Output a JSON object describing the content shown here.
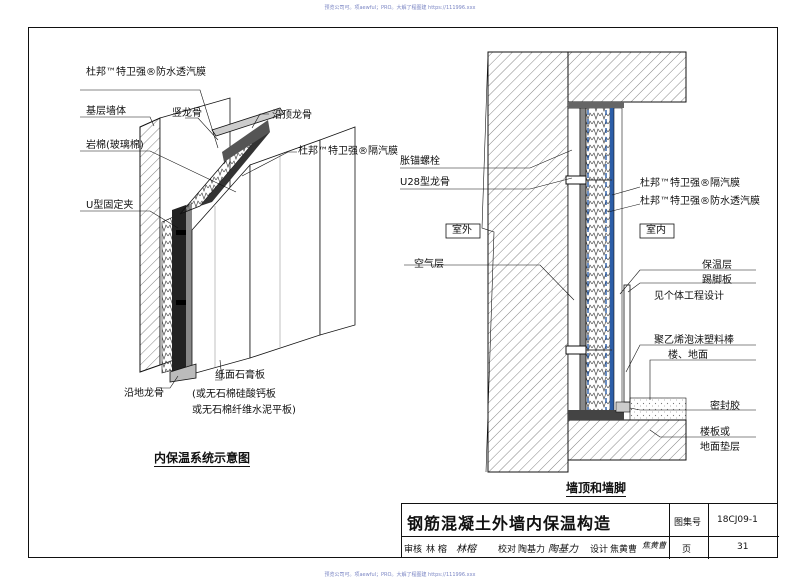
{
  "watermark_top": "预览公司可。项aewful；PRO。大解了程图建 https://111996.xxx",
  "watermark_bottom": "预览公司可。项aewful；PRO。大解了程图建 https://111996.xxx",
  "left_view": {
    "title": "内保温系统示意图",
    "labels": {
      "dupont_membrane": "杜邦™特卫强®防水透汽膜",
      "stud": "竖龙骨",
      "top_track": "沿顶龙骨",
      "base_wall": "基层墙体",
      "rock_wool": "岩棉(玻璃棉)",
      "vapor_barrier": "杜邦™特卫强®隔汽膜",
      "u_clip": "U型固定夹",
      "bottom_track": "沿地龙骨",
      "gypsum_board": "纸面石膏板",
      "alt1": "(或无石棉硅酸钙板",
      "alt2": "或无石棉纤维水泥平板)"
    }
  },
  "right_view": {
    "title": "墙顶和墙脚",
    "labels": {
      "anchor_bolt": "胀锚螺栓",
      "u28_stud": "U28型龙骨",
      "exterior": "室外",
      "interior": "室内",
      "air_layer": "空气层",
      "vapor_barrier": "杜邦™特卫强®隔汽膜",
      "dupont_membrane": "杜邦™特卫强®防水透汽膜",
      "insulation": "保温层",
      "skirting": "踢脚板",
      "see_design": "见个体工程设计",
      "pe_rod": "聚乙烯泡沫塑料棒",
      "floor": "楼、地面",
      "sealant": "密封胶",
      "slab1": "楼板或",
      "slab2": "地面垫层"
    }
  },
  "title_block": {
    "title": "钢筋混凝土外墙内保温构造",
    "atlas_label": "图集号",
    "atlas_no": "18CJ09-1",
    "review_label": "审核",
    "reviewer": "林 榕",
    "review_sig": "林榕",
    "check_label": "校对",
    "checker": "陶基力",
    "check_sig": "陶基力",
    "design_label": "设计",
    "designer": "焦黄曹",
    "design_sig": "焦黄曹",
    "page_label": "页",
    "page_no": "31"
  }
}
